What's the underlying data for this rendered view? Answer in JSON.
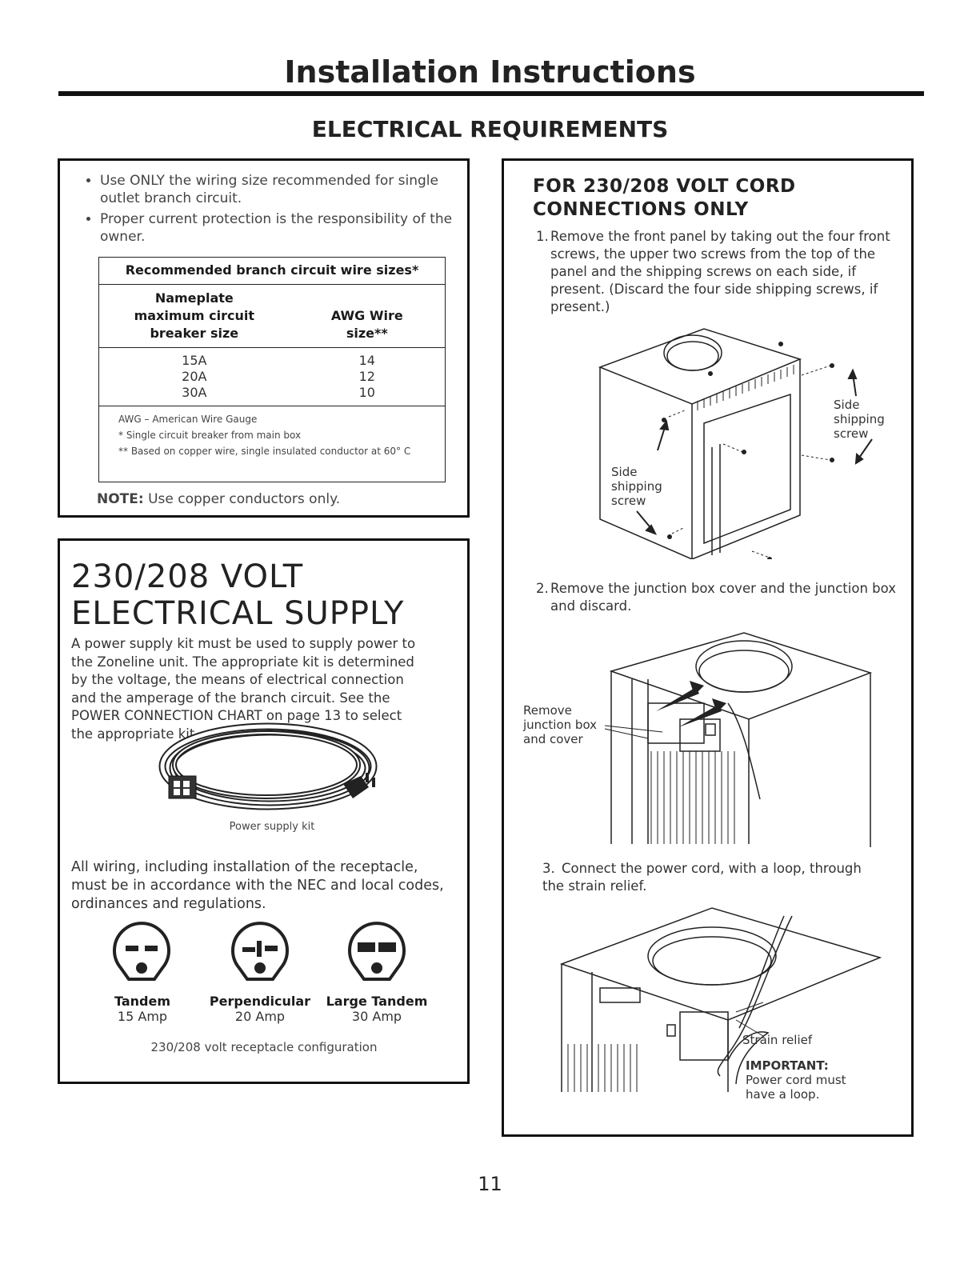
{
  "header": {
    "title": "Installation Instructions",
    "section": "ELECTRICAL REQUIREMENTS"
  },
  "left_top": {
    "bullets": [
      "Use ONLY the wiring size recommended for single outlet branch circuit.",
      "Proper current protection is the responsibility of the owner."
    ],
    "table": {
      "title": "Recommended branch circuit wire sizes*",
      "col1": [
        "Nameplate",
        "maximum circuit",
        "breaker size"
      ],
      "col2": [
        "AWG Wire",
        "size**"
      ],
      "rows": [
        {
          "breaker": "15A",
          "awg": "14"
        },
        {
          "breaker": "20A",
          "awg": "12"
        },
        {
          "breaker": "30A",
          "awg": "10"
        }
      ],
      "footnotes": [
        "AWG – American Wire Gauge",
        "*   Single circuit breaker from main box",
        "**  Based on copper wire, single insulated conductor at 60° C"
      ]
    },
    "note_label": "NOTE:",
    "note_text": " Use copper conductors only."
  },
  "left_bottom": {
    "heading_line1": "230/208 VOLT",
    "heading_line2": "ELECTRICAL SUPPLY",
    "intro": "A power supply kit must be used to supply power to the Zoneline unit. The appropriate kit is determined by the voltage, the means of electrical connection and the amperage of the branch circuit. See the POWER CONNECTION CHART on page 13 to select the appropriate kit.",
    "kit_caption": "Power supply kit",
    "wiring_text": "All wiring, including installation of the receptacle, must be in accordance with the NEC and local codes, ordinances and regulations.",
    "receptacles": [
      {
        "name": "Tandem",
        "amp": "15 Amp"
      },
      {
        "name": "Perpendicular",
        "amp": "20 Amp"
      },
      {
        "name": "Large Tandem",
        "amp": "30 Amp"
      }
    ],
    "receptacle_caption": "230/208 volt receptacle configuration"
  },
  "right": {
    "heading_line1": "FOR 230/208 VOLT CORD",
    "heading_line2": "CONNECTIONS ONLY",
    "step1_num": "1.",
    "step1": "Remove the front panel by taking out the four front screws, the upper two screws from the top of the panel and the shipping screws on each side, if present. (Discard the four side shipping screws, if present.)",
    "fig1_label_right": [
      "Side",
      "shipping",
      "screw"
    ],
    "fig1_label_left": [
      "Side",
      "shipping",
      "screw"
    ],
    "step2_num": "2.",
    "step2": "Remove the junction box cover and the junction box and discard.",
    "fig2_label": [
      "Remove",
      "junction box",
      "and cover"
    ],
    "step3_num": "3.",
    "step3": "Connect the power cord, with a loop, through the strain relief.",
    "fig3_label_strain": "Strain relief",
    "fig3_label_important": "IMPORTANT:",
    "fig3_label_loop": [
      "Power cord must",
      "have a loop."
    ]
  },
  "footer": {
    "page_number": "11"
  }
}
